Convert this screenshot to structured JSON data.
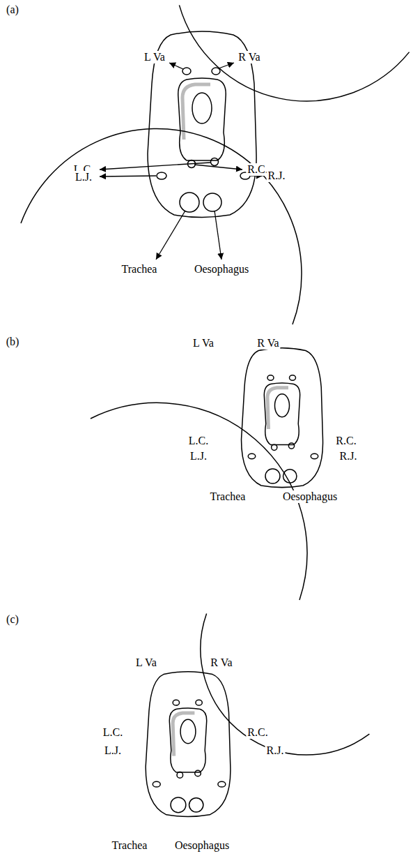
{
  "diagram": {
    "labels": [
      "(a)",
      "L Va",
      "R Va",
      "L.C.",
      "R.C.",
      "L.J.",
      "R.J.",
      "Trachea",
      "Oesophagus",
      "(b)",
      "L Va",
      "R Va",
      "L.C.",
      "R.C.",
      "L.J.",
      "R.J.",
      "Trachea",
      "Oesophagus",
      "(c)",
      "L Va",
      "R Va",
      "L.C.",
      "R.C.",
      "L.J.",
      "R.J.",
      "Trachea",
      "Oesophagus"
    ]
  }
}
